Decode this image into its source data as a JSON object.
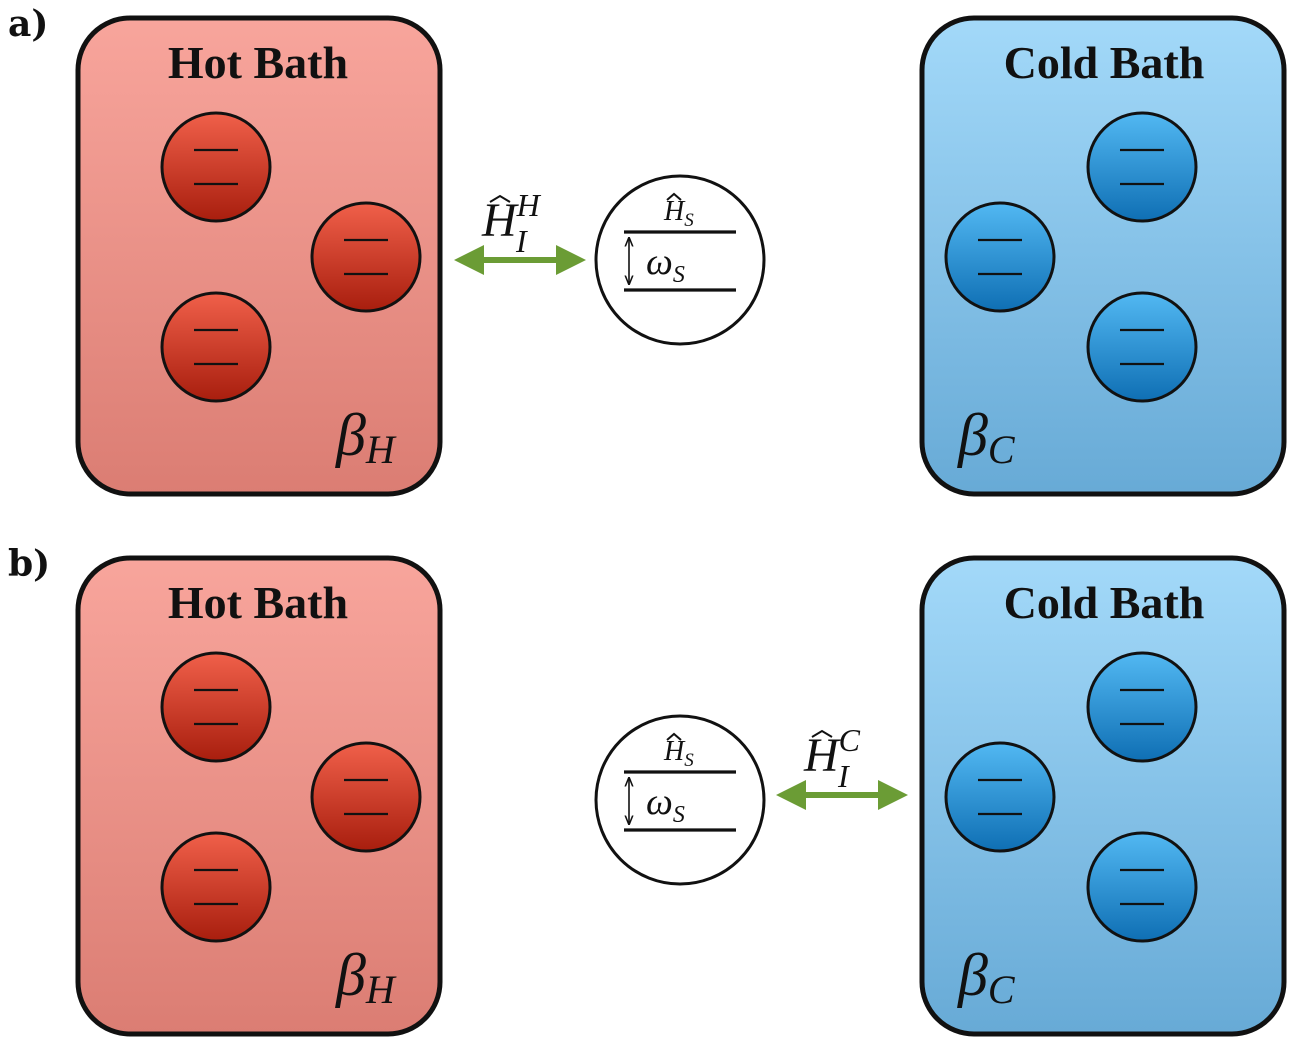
{
  "panels": [
    {
      "label": "a)",
      "hot_bath": {
        "title": "Hot Bath",
        "beta_symbol": "β",
        "beta_sub": "H"
      },
      "cold_bath": {
        "title": "Cold Bath",
        "beta_symbol": "β",
        "beta_sub": "C"
      },
      "coupling": {
        "symbol": "H",
        "sup": "H",
        "sub": "I",
        "side": "hot"
      },
      "system": {
        "hamiltonian": "H",
        "hamiltonian_sub": "S",
        "gap_symbol": "ω",
        "gap_sub": "S"
      }
    },
    {
      "label": "b)",
      "hot_bath": {
        "title": "Hot Bath",
        "beta_symbol": "β",
        "beta_sub": "H"
      },
      "cold_bath": {
        "title": "Cold Bath",
        "beta_symbol": "β",
        "beta_sub": "C"
      },
      "coupling": {
        "symbol": "H",
        "sup": "C",
        "sub": "I",
        "side": "cold"
      },
      "system": {
        "hamiltonian": "H",
        "hamiltonian_sub": "S",
        "gap_symbol": "ω",
        "gap_sub": "S"
      }
    }
  ],
  "colors": {
    "hot_fill_top": "#f8a59c",
    "hot_fill_bottom": "#db7d73",
    "cold_fill_top": "#a3d9f9",
    "cold_fill_bottom": "#67aad6",
    "hot_particle_top": "#f0604a",
    "hot_particle_bottom": "#a81e0e",
    "cold_particle_top": "#52b8f2",
    "cold_particle_bottom": "#0f6fb4",
    "arrow": "#6b9c35",
    "outline": "#111111"
  }
}
